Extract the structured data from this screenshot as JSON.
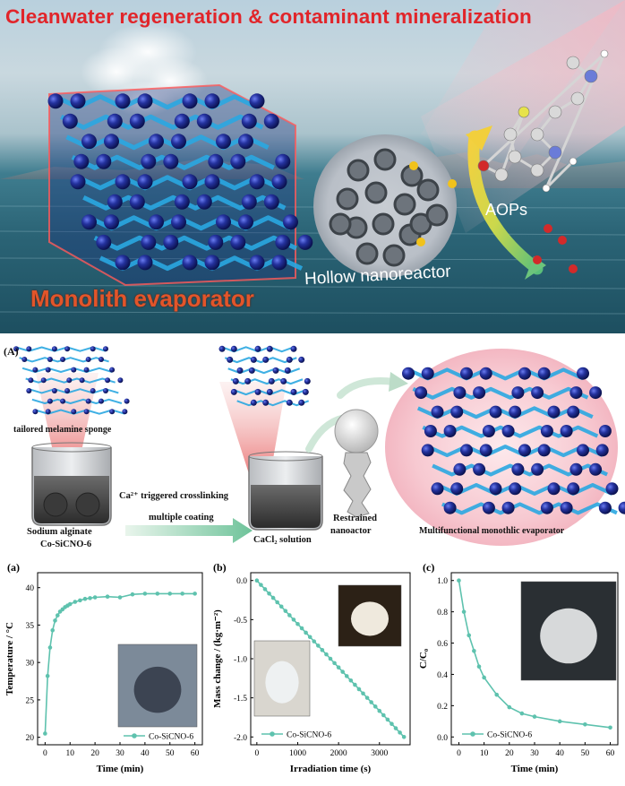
{
  "hero": {
    "title": "Cleanwater regeneration & contaminant mineralization",
    "monolith_label": "Monolith evaporator",
    "hollow_label": "Hollow nanoreactor",
    "aops_label": "AOPs",
    "colors": {
      "title": "#e1252a",
      "monolith": "#e2552a",
      "sphere": "#1f2f9c",
      "ribbon": "#29a6e0"
    }
  },
  "schemeA": {
    "panel_label": "(A)",
    "sponge_label": "tailored melamine sponge",
    "beaker1_label": "Sodium alginate",
    "beaker1_sublabel": "Co-SiCNO-6",
    "crosslink_label": "Ca²⁺ triggered crosslinking",
    "coating_label": "multiple coating",
    "beaker2_label": "CaCl₂ solution",
    "robot_label_1": "Restrained",
    "robot_label_2": "nanoactor",
    "evaporator_label": "Multifunctional monothlic evaporator"
  },
  "chart_data": [
    {
      "type": "line",
      "panel_label": "(a)",
      "xlabel": "Time (min)",
      "ylabel": "Temperature / °C",
      "xlim": [
        -3,
        63
      ],
      "ylim": [
        19,
        42
      ],
      "xticks": [
        "0",
        "10",
        "20",
        "30",
        "40",
        "50",
        "60"
      ],
      "yticks": [
        "20",
        "25",
        "30",
        "35",
        "40"
      ],
      "legend": "Co-SiCNO-6",
      "legend_position": "bottom-right",
      "color": "#5ec2ae",
      "x": [
        0,
        1,
        2,
        3,
        4,
        5,
        6,
        7,
        8,
        9,
        10,
        12,
        14,
        16,
        18,
        20,
        25,
        30,
        35,
        40,
        45,
        50,
        55,
        60
      ],
      "y": [
        20.5,
        28.2,
        32.0,
        34.3,
        35.6,
        36.3,
        36.8,
        37.1,
        37.4,
        37.6,
        37.8,
        38.1,
        38.3,
        38.5,
        38.6,
        38.7,
        38.8,
        38.7,
        39.1,
        39.2,
        39.2,
        39.2,
        39.2,
        39.2
      ]
    },
    {
      "type": "scatter",
      "panel_label": "(b)",
      "xlabel": "Irradiation time (s)",
      "ylabel": "Mass change / (kg·m⁻²)",
      "xlim": [
        -150,
        3750
      ],
      "ylim": [
        -2.1,
        0.1
      ],
      "xticks": [
        "0",
        "1000",
        "2000",
        "3000"
      ],
      "yticks": [
        "0.0",
        "-0.5",
        "-1.0",
        "-1.5",
        "-2.0"
      ],
      "legend": "Co-SiCNO-6",
      "legend_position": "bottom-left",
      "color": "#5ec2ae",
      "x": [
        0,
        100,
        200,
        300,
        400,
        500,
        600,
        700,
        800,
        900,
        1000,
        1100,
        1200,
        1300,
        1400,
        1500,
        1600,
        1700,
        1800,
        1900,
        2000,
        2100,
        2200,
        2300,
        2400,
        2500,
        2600,
        2700,
        2800,
        2900,
        3000,
        3100,
        3200,
        3300,
        3400,
        3500,
        3600
      ],
      "y": [
        0.0,
        -0.056,
        -0.111,
        -0.167,
        -0.222,
        -0.278,
        -0.333,
        -0.389,
        -0.444,
        -0.5,
        -0.556,
        -0.611,
        -0.667,
        -0.722,
        -0.778,
        -0.833,
        -0.889,
        -0.944,
        -1.0,
        -1.056,
        -1.111,
        -1.167,
        -1.222,
        -1.278,
        -1.333,
        -1.389,
        -1.444,
        -1.5,
        -1.556,
        -1.611,
        -1.667,
        -1.722,
        -1.778,
        -1.833,
        -1.889,
        -1.944,
        -2.0
      ]
    },
    {
      "type": "line",
      "panel_label": "(c)",
      "xlabel": "Time (min)",
      "ylabel": "C/C₀",
      "xlim": [
        -3,
        63
      ],
      "ylim": [
        -0.05,
        1.05
      ],
      "xticks": [
        "0",
        "10",
        "20",
        "30",
        "40",
        "50",
        "60"
      ],
      "yticks": [
        "0.0",
        "0.2",
        "0.4",
        "0.6",
        "0.8",
        "1.0"
      ],
      "legend": "Co-SiCNO-6",
      "legend_position": "bottom-left",
      "color": "#5ec2ae",
      "x": [
        0,
        2,
        4,
        6,
        8,
        10,
        15,
        20,
        25,
        30,
        40,
        50,
        60
      ],
      "y": [
        1.0,
        0.8,
        0.65,
        0.55,
        0.45,
        0.38,
        0.27,
        0.19,
        0.15,
        0.13,
        0.1,
        0.08,
        0.06
      ]
    }
  ]
}
